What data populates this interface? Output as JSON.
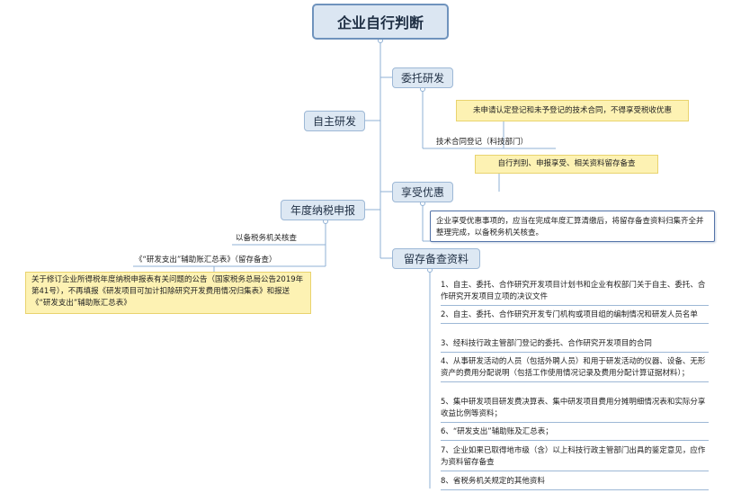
{
  "root": "企业自行判断",
  "branches": {
    "self_rd": "自主研发",
    "entrusted": "委托研发",
    "enjoy": "享受优惠",
    "keep": "留存备查资料",
    "annual": "年度纳税申报"
  },
  "notes": {
    "unregistered": "未申请认定登记和未予登记的技术合同，不得享受税收优惠",
    "contract_reg": "技术合同登记（科技部门）",
    "self_judge": "自行判别、申报享受、相关资料留存备查",
    "enjoy_desc": "企业享受优惠事项的，应当在完成年度汇算清缴后，将留存备查资料归集齐全并整理完成，以备税务机关核查。",
    "for_check": "以备税务机关核查",
    "summary_table": "《“研发支出”辅助账汇总表》（留存备查）",
    "announcement": "关于修订企业所得税年度纳税申报表有关问题的公告（国家税务总局公告2019年第41号），不再填报《研发项目可加计扣除研究开发费用情况归集表》和报送《“研发支出”辅助账汇总表》"
  },
  "keep_items": [
    "1、自主、委托、合作研究开发项目计划书和企业有权部门关于自主、委托、合作研究开发项目立项的决议文件",
    "2、自主、委托、合作研究开发专门机构或项目组的编制情况和研发人员名单",
    "3、经科技行政主管部门登记的委托、合作研究开发项目的合同",
    "4、从事研发活动的人员（包括外聘人员）和用于研发活动的仪器、设备、无形资产的费用分配说明（包括工作使用情况记录及费用分配计算证据材料）；",
    "5、集中研发项目研发费决算表、集中研发项目费用分摊明细情况表和实际分享收益比例等资料；",
    "6、“研发支出”辅助账及汇总表；",
    "7、企业如果已取得地市级（含）以上科技行政主管部门出具的鉴定意见，应作为资料留存备查",
    "8、省税务机关规定的其他资料"
  ],
  "colors": {
    "node_fill": "#dde8f3",
    "node_border": "#9db8d6",
    "note_fill": "#fdf2b3",
    "line": "#8fb0d4"
  }
}
